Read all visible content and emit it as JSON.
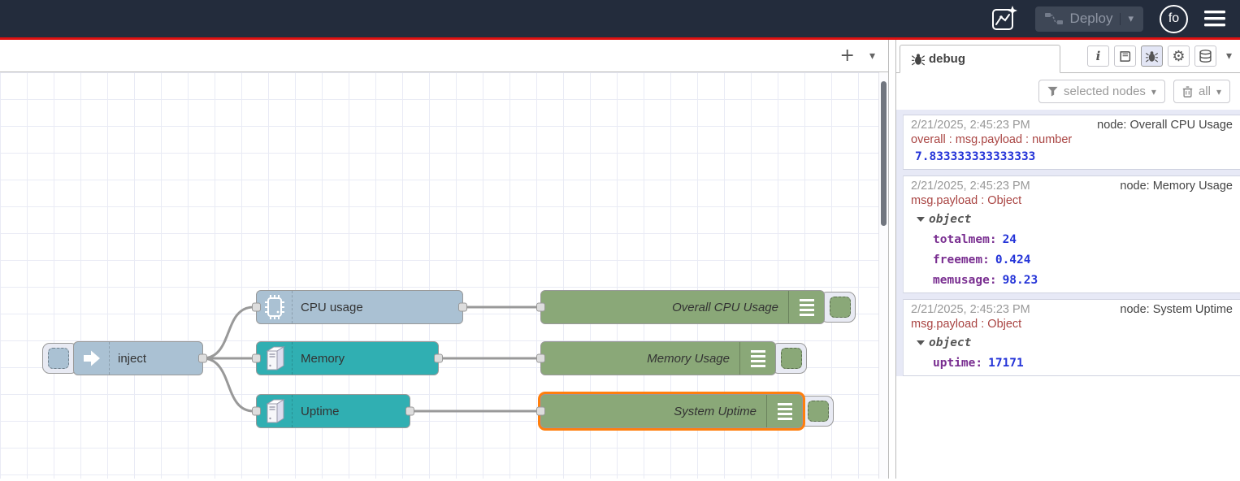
{
  "header": {
    "deploy_label": "Deploy",
    "avatar_initials": "fo"
  },
  "icons": {
    "chevron_down": "▾",
    "plus": "+",
    "gear": "⚙",
    "info": "i"
  },
  "canvas_toolbar": {
    "add_flow_label": "+",
    "flow_list_label": "▾"
  },
  "flow": {
    "inject_label": "inject",
    "cpu_label": "CPU usage",
    "memory_label": "Memory",
    "uptime_label": "Uptime",
    "overall_cpu_label": "Overall CPU Usage",
    "memory_usage_label": "Memory Usage",
    "system_uptime_label": "System Uptime"
  },
  "sidebar": {
    "tab_label": "debug",
    "filter_button_label": "selected nodes",
    "clear_button_label": "all",
    "messages": [
      {
        "timestamp": "2/21/2025, 2:45:23 PM",
        "node_label": "node: Overall CPU Usage",
        "path": "overall : msg.payload : number",
        "value": "7.833333333333333"
      },
      {
        "timestamp": "2/21/2025, 2:45:23 PM",
        "node_label": "node: Memory Usage",
        "path": "msg.payload : Object",
        "object_label": "object",
        "entries": [
          {
            "key": "totalmem:",
            "value": "24"
          },
          {
            "key": "freemem:",
            "value": "0.424"
          },
          {
            "key": "memusage:",
            "value": "98.23"
          }
        ]
      },
      {
        "timestamp": "2/21/2025, 2:45:23 PM",
        "node_label": "node: System Uptime",
        "path": "msg.payload : Object",
        "object_label": "object",
        "entries": [
          {
            "key": "uptime:",
            "value": "17171"
          }
        ]
      }
    ]
  },
  "colors": {
    "header_bg": "#232c3c",
    "header_accent_line": "#dd1111",
    "inject_node": "#aac1d3",
    "system_node": "#30afb2",
    "debug_node": "#8aa878",
    "selection": "#ff7f0e",
    "wire": "#999999",
    "grid_line": "#e9ebf5",
    "debug_timestamp": "#999999",
    "debug_path": "#a94442",
    "debug_number": "#2434d8",
    "debug_key": "#792e90"
  }
}
